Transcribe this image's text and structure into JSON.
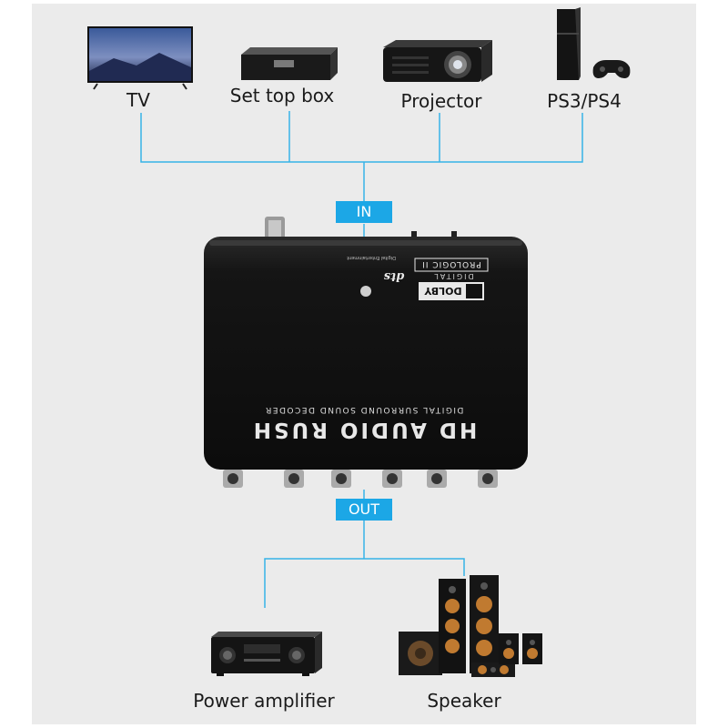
{
  "inputs": [
    {
      "label": "TV",
      "icon": "tv-icon"
    },
    {
      "label": "Set top box",
      "icon": "set-top-box-icon"
    },
    {
      "label": "Projector",
      "icon": "projector-icon"
    },
    {
      "label": "PS3/PS4",
      "icon": "game-console-icon"
    }
  ],
  "in_tag": "IN",
  "out_tag": "OUT",
  "decoder": {
    "name": "HD AUDIO RUSH",
    "subtitle": "DIGITAL SURROUND SOUND DECODER",
    "logo_dolby": "DOLBY",
    "logo_digital": "DIGITAL",
    "logo_prologic": "PROLOGIC II",
    "logo_dts": "dts",
    "logo_dts_sub": "Digital Entertainment"
  },
  "outputs": [
    {
      "label": "Power amplifier",
      "icon": "power-amplifier-icon"
    },
    {
      "label": "Speaker",
      "icon": "speaker-icon"
    }
  ],
  "colors": {
    "wire": "#36b3e8",
    "tag": "#1ca7e6",
    "background": "#ebebeb",
    "device": "#111111"
  }
}
